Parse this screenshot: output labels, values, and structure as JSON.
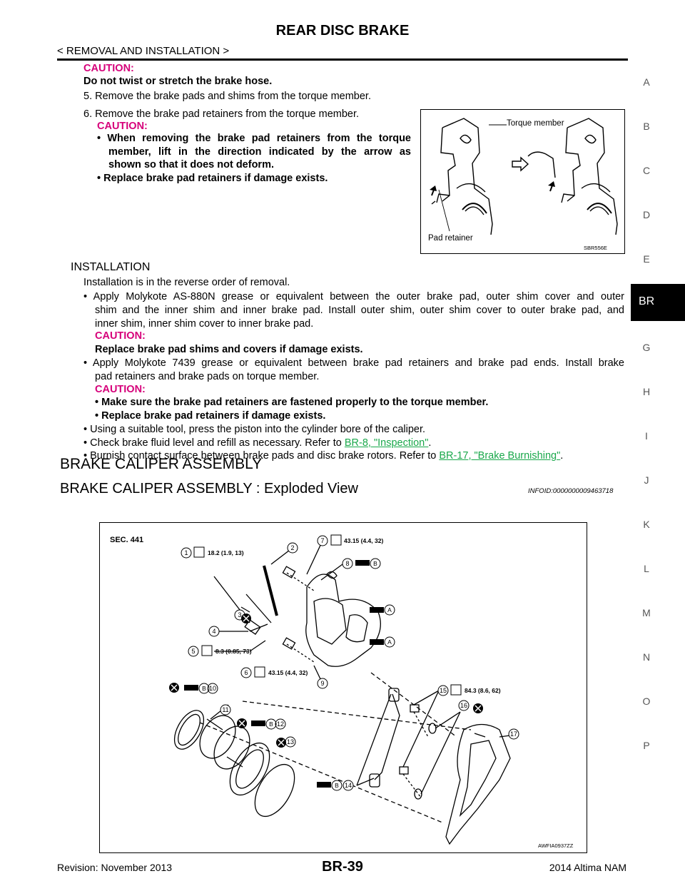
{
  "header": {
    "title": "REAR DISC BRAKE",
    "subtitle": "< REMOVAL AND INSTALLATION >"
  },
  "removal": {
    "caution_label": "CAUTION:",
    "caution_hose": "Do not twist or stretch the brake hose.",
    "step5": "5.  Remove the brake pads and shims from the torque member.",
    "step6": "6.  Remove the brake pad retainers from the torque member.",
    "step6_caution_label": "CAUTION:",
    "step6_bullet1_a": "•  When removing the brake pad retainers from the torque",
    "step6_bullet1_b": "member, lift in the direction indicated by the arrow as",
    "step6_bullet1_c": "shown so that it does not deform.",
    "step6_bullet2": "•  Replace brake pad retainers if damage exists."
  },
  "figure1": {
    "label_torque": "Torque member",
    "label_pad": "Pad retainer",
    "code": "SBR556E"
  },
  "installation": {
    "heading": "INSTALLATION",
    "intro": "Installation is in the reverse order of removal.",
    "b1_l1": "•  Apply Molykote AS-880N grease or equivalent between the outer brake pad, outer shim cover and outer",
    "b1_l2": "shim and the inner shim and inner brake pad. Install outer shim, outer shim cover to outer brake pad, and",
    "b1_l3": "inner shim, inner shim cover to inner brake pad.",
    "b1_caution_label": "CAUTION:",
    "b1_caution": "Replace brake pad shims and covers if damage exists.",
    "b2_l1": "•  Apply Molykote 7439 grease or equivalent between brake pad retainers and brake pad ends. Install brake",
    "b2_l2": "pad retainers and brake pads on torque member.",
    "b2_caution_label": "CAUTION:",
    "b2_c1": "•  Make sure the brake pad retainers are fastened properly to the torque member.",
    "b2_c2": "•  Replace brake pad retainers if damage exists.",
    "b3": "•  Using a suitable tool, press the piston into the cylinder bore of the caliper.",
    "b4_text": "•  Check brake fluid level and refill as necessary. Refer to ",
    "b4_link": "BR-8, \"Inspection\"",
    "b5_text": "•  Burnish contact surface between brake pads and disc brake rotors. Refer to ",
    "b5_link": "BR-17, \"Brake Burnishing\"",
    "period": "."
  },
  "caliper": {
    "section_title": "BRAKE CALIPER ASSEMBLY",
    "subsection_title": "BRAKE CALIPER ASSEMBLY : Exploded View",
    "infoid": "INFOID:0000000009463718"
  },
  "figure2": {
    "sec": "SEC. 441",
    "code": "AWFIA0937ZZ",
    "torques": {
      "t1": "18.2 (1.9, 13)",
      "t5": "8.3 (0.85, 73)",
      "t6": "43.15 (4.4, 32)",
      "t7": "43.15 (4.4, 32)",
      "t15": "84.3 (8.6, 62)"
    },
    "grease_a": "A",
    "grease_b": "B",
    "callouts": [
      "1",
      "2",
      "3",
      "4",
      "5",
      "6",
      "7",
      "8",
      "9",
      "10",
      "11",
      "12",
      "13",
      "14",
      "15",
      "16",
      "17"
    ]
  },
  "sidebar": {
    "letters": [
      "A",
      "B",
      "C",
      "D",
      "E",
      "G",
      "H",
      "I",
      "J",
      "K",
      "L",
      "M",
      "N",
      "O",
      "P"
    ],
    "active": "BR"
  },
  "footer": {
    "revision": "Revision: November 2013",
    "page": "BR-39",
    "model": "2014 Altima NAM"
  }
}
